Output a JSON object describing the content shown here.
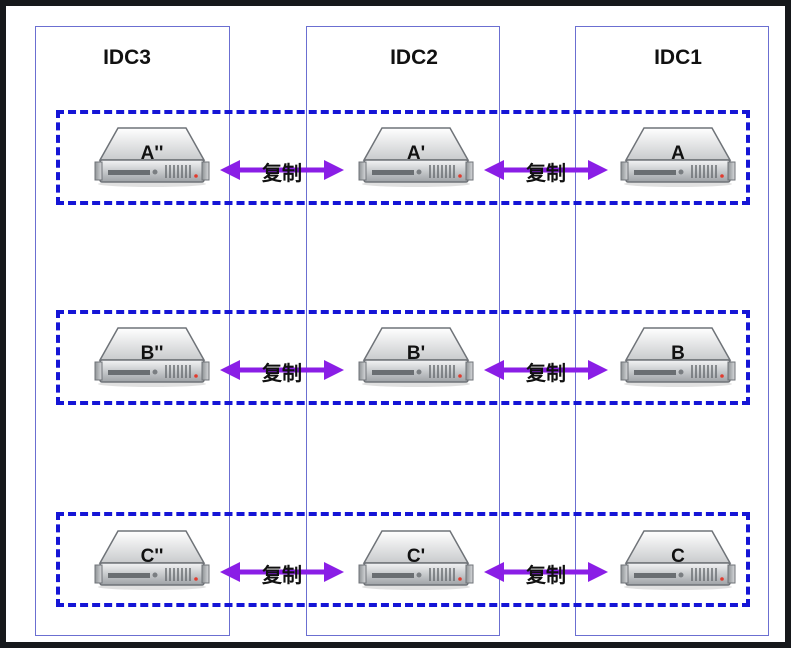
{
  "columns": [
    {
      "label": "IDC3"
    },
    {
      "label": "IDC2"
    },
    {
      "label": "IDC1"
    }
  ],
  "rows": [
    {
      "servers": [
        "A''",
        "A'",
        "A"
      ]
    },
    {
      "servers": [
        "B''",
        "B'",
        "B"
      ]
    },
    {
      "servers": [
        "C''",
        "C'",
        "C"
      ]
    }
  ],
  "replication_label": "复制",
  "colors": {
    "column_border": "#6b6fd1",
    "group_border": "#1515d6",
    "arrow": "#8a1ee6"
  }
}
